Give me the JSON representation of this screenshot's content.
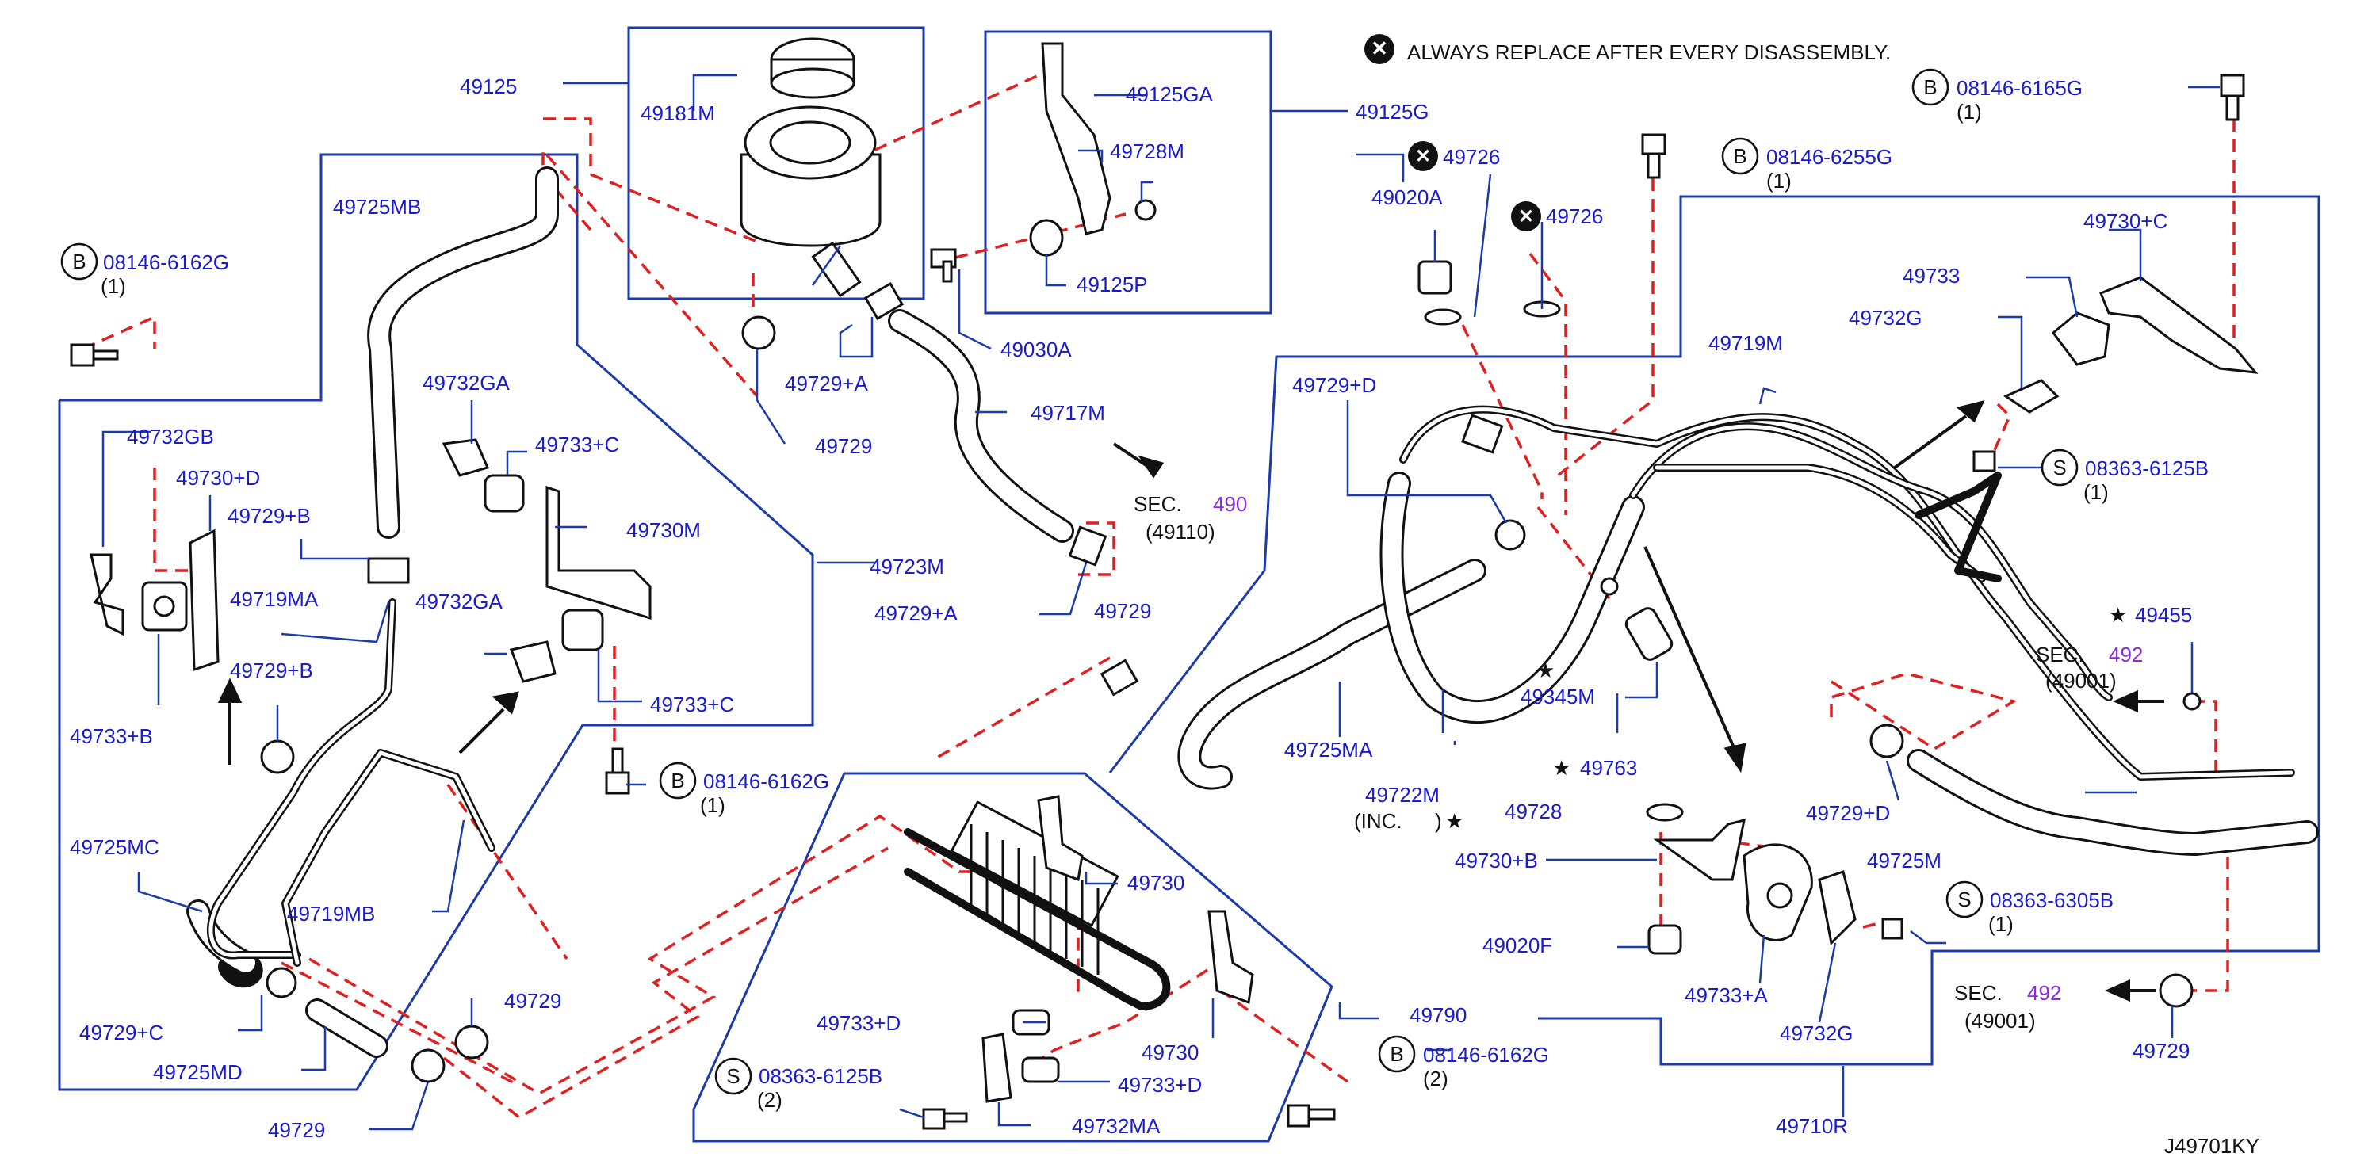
{
  "note": {
    "text": "ALWAYS  REPLACE  AFTER  EVERY  DISASSEMBLY."
  },
  "diagram_code": "J49701KY",
  "bolt_prefix": "B",
  "screw_prefix": "S",
  "star_glyph": "★",
  "labels": {
    "p49125": "49125",
    "p49181M": "49181M",
    "p49725MB": "49725MB",
    "p08146_6162G_a": "08146-6162G",
    "qty_a": "(1)",
    "p49732GB": "49732GB",
    "p49730D": "49730+D",
    "p49729B_a": "49729+B",
    "p49719MA": "49719MA",
    "p49733B": "49733+B",
    "p49729B_b": "49729+B",
    "p49725MC": "49725MC",
    "p49719MB": "49719MB",
    "p49729C": "49729+C",
    "p49725MD": "49725MD",
    "p49729_bl": "49729",
    "p49729_bm": "49729",
    "p49732GA_a": "49732GA",
    "p49733C_a": "49733+C",
    "p49730M": "49730M",
    "p49732GA_b": "49732GA",
    "p49733C_b": "49733+C",
    "p49723M": "49723M",
    "p08146_6162G_b": "08146-6162G",
    "qty_b": "(1)",
    "p49729A_a": "49729+A",
    "p49729_t": "49729",
    "p49125GA": "49125GA",
    "p49728M": "49728M",
    "p49125P": "49125P",
    "p49125G": "49125G",
    "p49030A": "49030A",
    "p49717M": "49717M",
    "sec490": "SEC.",
    "sec490_num": "490",
    "sec490_ref": "(49110)",
    "p49729A_b": "49729+A",
    "p49729_c": "49729",
    "p49730_a": "49730",
    "p49733D_a": "49733+D",
    "p08363_6125B_a": "08363-6125B",
    "qty_c": "(2)",
    "p49730_b": "49730",
    "p49733D_b": "49733+D",
    "p49732MA": "49732MA",
    "p49790": "49790",
    "p08146_6162G_c": "08146-6162G",
    "qty_d": "(2)",
    "p49726_a": "49726",
    "p49020A": "49020A",
    "p49726_b": "49726",
    "p08146_6255G": "08146-6255G",
    "qty_e": "(1)",
    "p49729D_a": "49729+D",
    "p49719M": "49719M",
    "p49345M": "49345M",
    "p49763": "49763",
    "p49725MA": "49725MA",
    "p49722M": "49722M",
    "inc": "(INC.",
    "inc_close": ")",
    "p49728": "49728",
    "p49730B": "49730+B",
    "p49020F": "49020F",
    "p49733A": "49733+A",
    "p49732G_b": "49732G",
    "p49710R": "49710R",
    "p08146_6165G": "08146-6165G",
    "qty_f": "(1)",
    "p49730C": "49730+C",
    "p49733": "49733",
    "p49732G_a": "49732G",
    "p08363_6125B_b": "08363-6125B",
    "qty_g": "(1)",
    "p49455": "49455",
    "sec492_a": "SEC.",
    "sec492_a_num": "492",
    "sec492_a_ref": "(49001)",
    "p49729D_b": "49729+D",
    "p49725M": "49725M",
    "p08363_6305B": "08363-6305B",
    "qty_h": "(1)",
    "sec492_b": "SEC.",
    "sec492_b_num": "492",
    "sec492_b_ref": "(49001)",
    "p49729_br": "49729"
  }
}
